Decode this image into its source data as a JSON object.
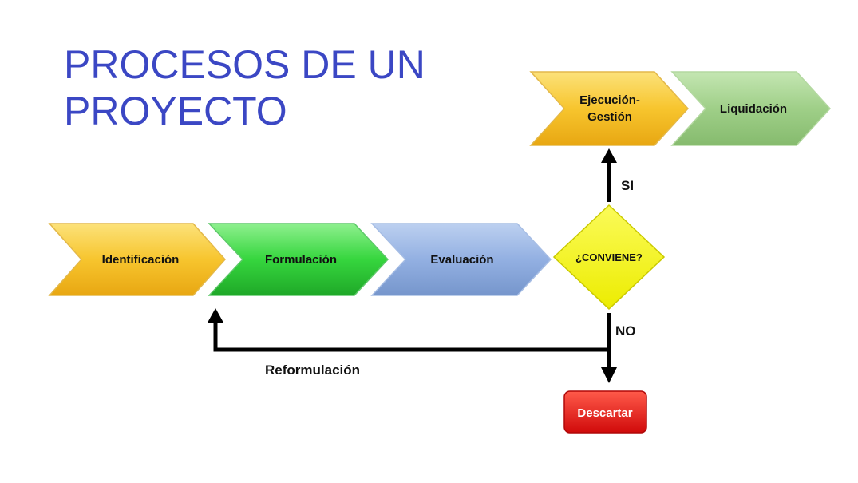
{
  "title": {
    "line1": "PROCESOS DE UN",
    "line2": "PROYECTO",
    "color": "#3b47c4"
  },
  "steps": {
    "identificacion": {
      "label": "Identificación",
      "color": "#f5c02a"
    },
    "formulacion": {
      "label": "Formulación",
      "color": "#33cc44"
    },
    "evaluacion": {
      "label": "Evaluación",
      "color": "#90aee0"
    },
    "ejecucion": {
      "label_line1": "Ejecución-",
      "label_line2": "Gestión",
      "color": "#f5c02a"
    },
    "liquidacion": {
      "label": "Liquidación",
      "color": "#9ccc85"
    }
  },
  "decision": {
    "label": "¿CONVIENE?",
    "color": "#f5f50a"
  },
  "branches": {
    "yes": "SI",
    "no": "NO",
    "loop": "Reformulación"
  },
  "discard": {
    "label": "Descartar",
    "color": "#e01010"
  }
}
